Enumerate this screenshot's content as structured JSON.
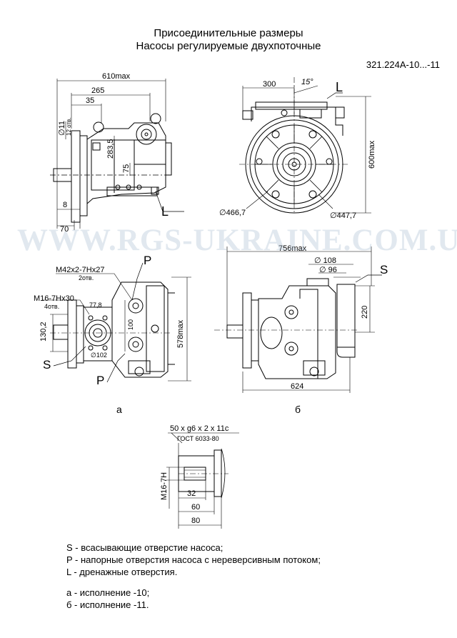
{
  "header": {
    "title_line1": "Присоединительные размеры",
    "title_line2": "Насосы регулируемые двухпоточные",
    "model_code": "321.224А-10...-11"
  },
  "watermark": "WWW.RGS-UKRAINE.COM.UA",
  "top_left_view": {
    "d610": "610max",
    "d265": "265",
    "d35": "35",
    "d11": "∅11",
    "holes12": "12 отв.",
    "d283": "283,5",
    "d75": "75",
    "d8": "8",
    "d70": "70",
    "drain": "L"
  },
  "top_right_view": {
    "d300": "300",
    "angle": "15°",
    "drain": "L",
    "d600": "600max",
    "d466": "∅466,7",
    "d447": "∅447,7"
  },
  "view_a": {
    "pressure_top": "P",
    "thread_m42": "M42x2-7Hx27",
    "holes2": "2отв.",
    "thread_m16": "M16-7Hx30",
    "holes4": "4отв.",
    "d778": "77,8",
    "d100": "100",
    "d130": "130,2",
    "d578": "578max",
    "d102": "∅102",
    "suction": "S",
    "pressure_bottom": "P",
    "label": "а"
  },
  "view_b": {
    "d756": "756max",
    "d108": "∅ 108",
    "d96": "∅ 96",
    "suction": "S",
    "d220": "220",
    "d624": "624",
    "label": "б"
  },
  "shaft": {
    "spline": "50 x g6 x 2 x 11c",
    "gost": "ГОСТ 6033-80",
    "thread": "M16-7H",
    "d32": "32",
    "d60": "60",
    "d80": "80"
  },
  "legend": {
    "s": "S - всасывающие отверстие насоса;",
    "p": "P - напорные отверстия насоса с нереверсивным потоком;",
    "l": "L - дренажные отверстия.",
    "a": "а - исполнение -10;",
    "b": "б - исполнение -11."
  }
}
